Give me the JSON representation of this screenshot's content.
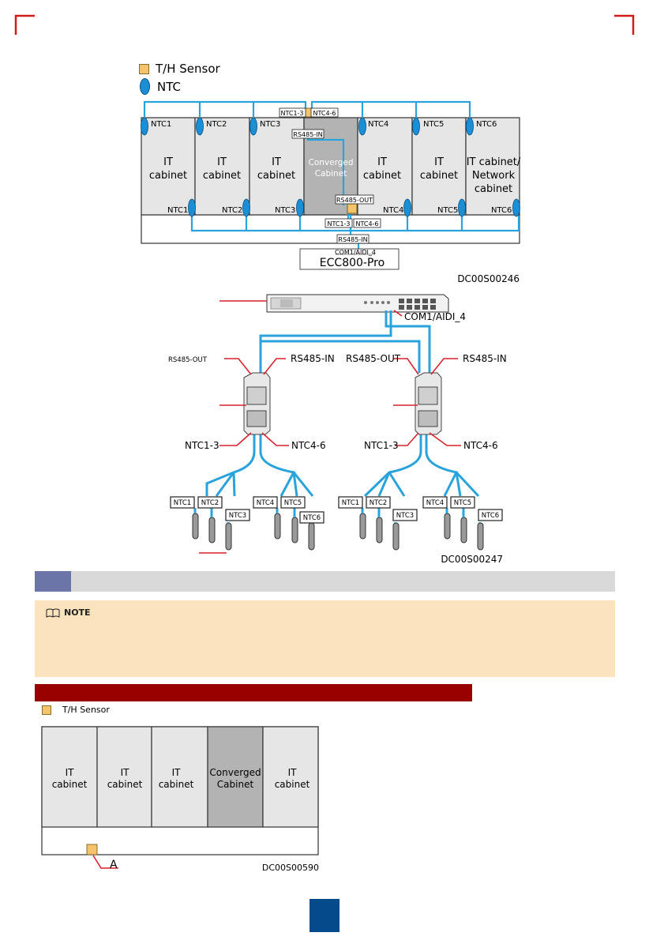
{
  "legend": {
    "sensor": "T/H Sensor",
    "ntc": "NTC"
  },
  "fig1": {
    "top_ntc": [
      "NTC1",
      "NTC2",
      "NTC3",
      "NTC4",
      "NTC5",
      "NTC6"
    ],
    "bottom_ntc": [
      "NTC1",
      "NTC2",
      "NTC3",
      "NTC4",
      "NTC5",
      "NTC6"
    ],
    "cabinets": [
      [
        "IT",
        "cabinet"
      ],
      [
        "IT",
        "cabinet"
      ],
      [
        "IT",
        "cabinet"
      ],
      [
        "Converged",
        "Cabinet"
      ],
      [
        "IT",
        "cabinet"
      ],
      [
        "IT",
        "cabinet"
      ],
      [
        "IT cabinet/",
        "Network",
        "cabinet"
      ]
    ],
    "ports": {
      "ntc13_top": "NTC1-3",
      "ntc46_top": "NTC4-6",
      "rs485_in_top": "RS485-IN",
      "rs485_out": "RS485-OUT",
      "ntc13_bottom": "NTC1-3",
      "ntc46_bottom": "NTC4-6",
      "rs485_in_bottom": "RS485-IN",
      "com": "COM1/AIDI_4"
    },
    "ecc": "ECC800-Pro",
    "code": "DC00S00246"
  },
  "fig2": {
    "com": "COM1/AIDI_4",
    "left_out": "RS485-OUT",
    "left_in": "RS485-IN",
    "right_out": "RS485-OUT",
    "right_in": "RS485-IN",
    "ntc13": "NTC1-3",
    "ntc46": "NTC4-6",
    "ntc_tags": [
      "NTC1",
      "NTC2",
      "NTC3",
      "NTC4",
      "NTC5",
      "NTC6"
    ],
    "code": "DC00S00247"
  },
  "note": {
    "label": "NOTE"
  },
  "fig3": {
    "legend": "T/H Sensor",
    "cabinets": [
      [
        "IT",
        "cabinet"
      ],
      [
        "IT",
        "cabinet"
      ],
      [
        "IT",
        "cabinet"
      ],
      [
        "Converged",
        "Cabinet"
      ],
      [
        "IT",
        "cabinet"
      ]
    ],
    "marker": "A",
    "code": "DC00S00590"
  },
  "colors": {
    "cable": "#29a3db",
    "sensor": "#f5c36b",
    "ntc": "#1a8fd6",
    "callout": "#d7212f",
    "section_number": "#6b75a8",
    "note_bg": "#fae3bd",
    "red_bar": "#980000",
    "page_badge": "#034b8a"
  }
}
